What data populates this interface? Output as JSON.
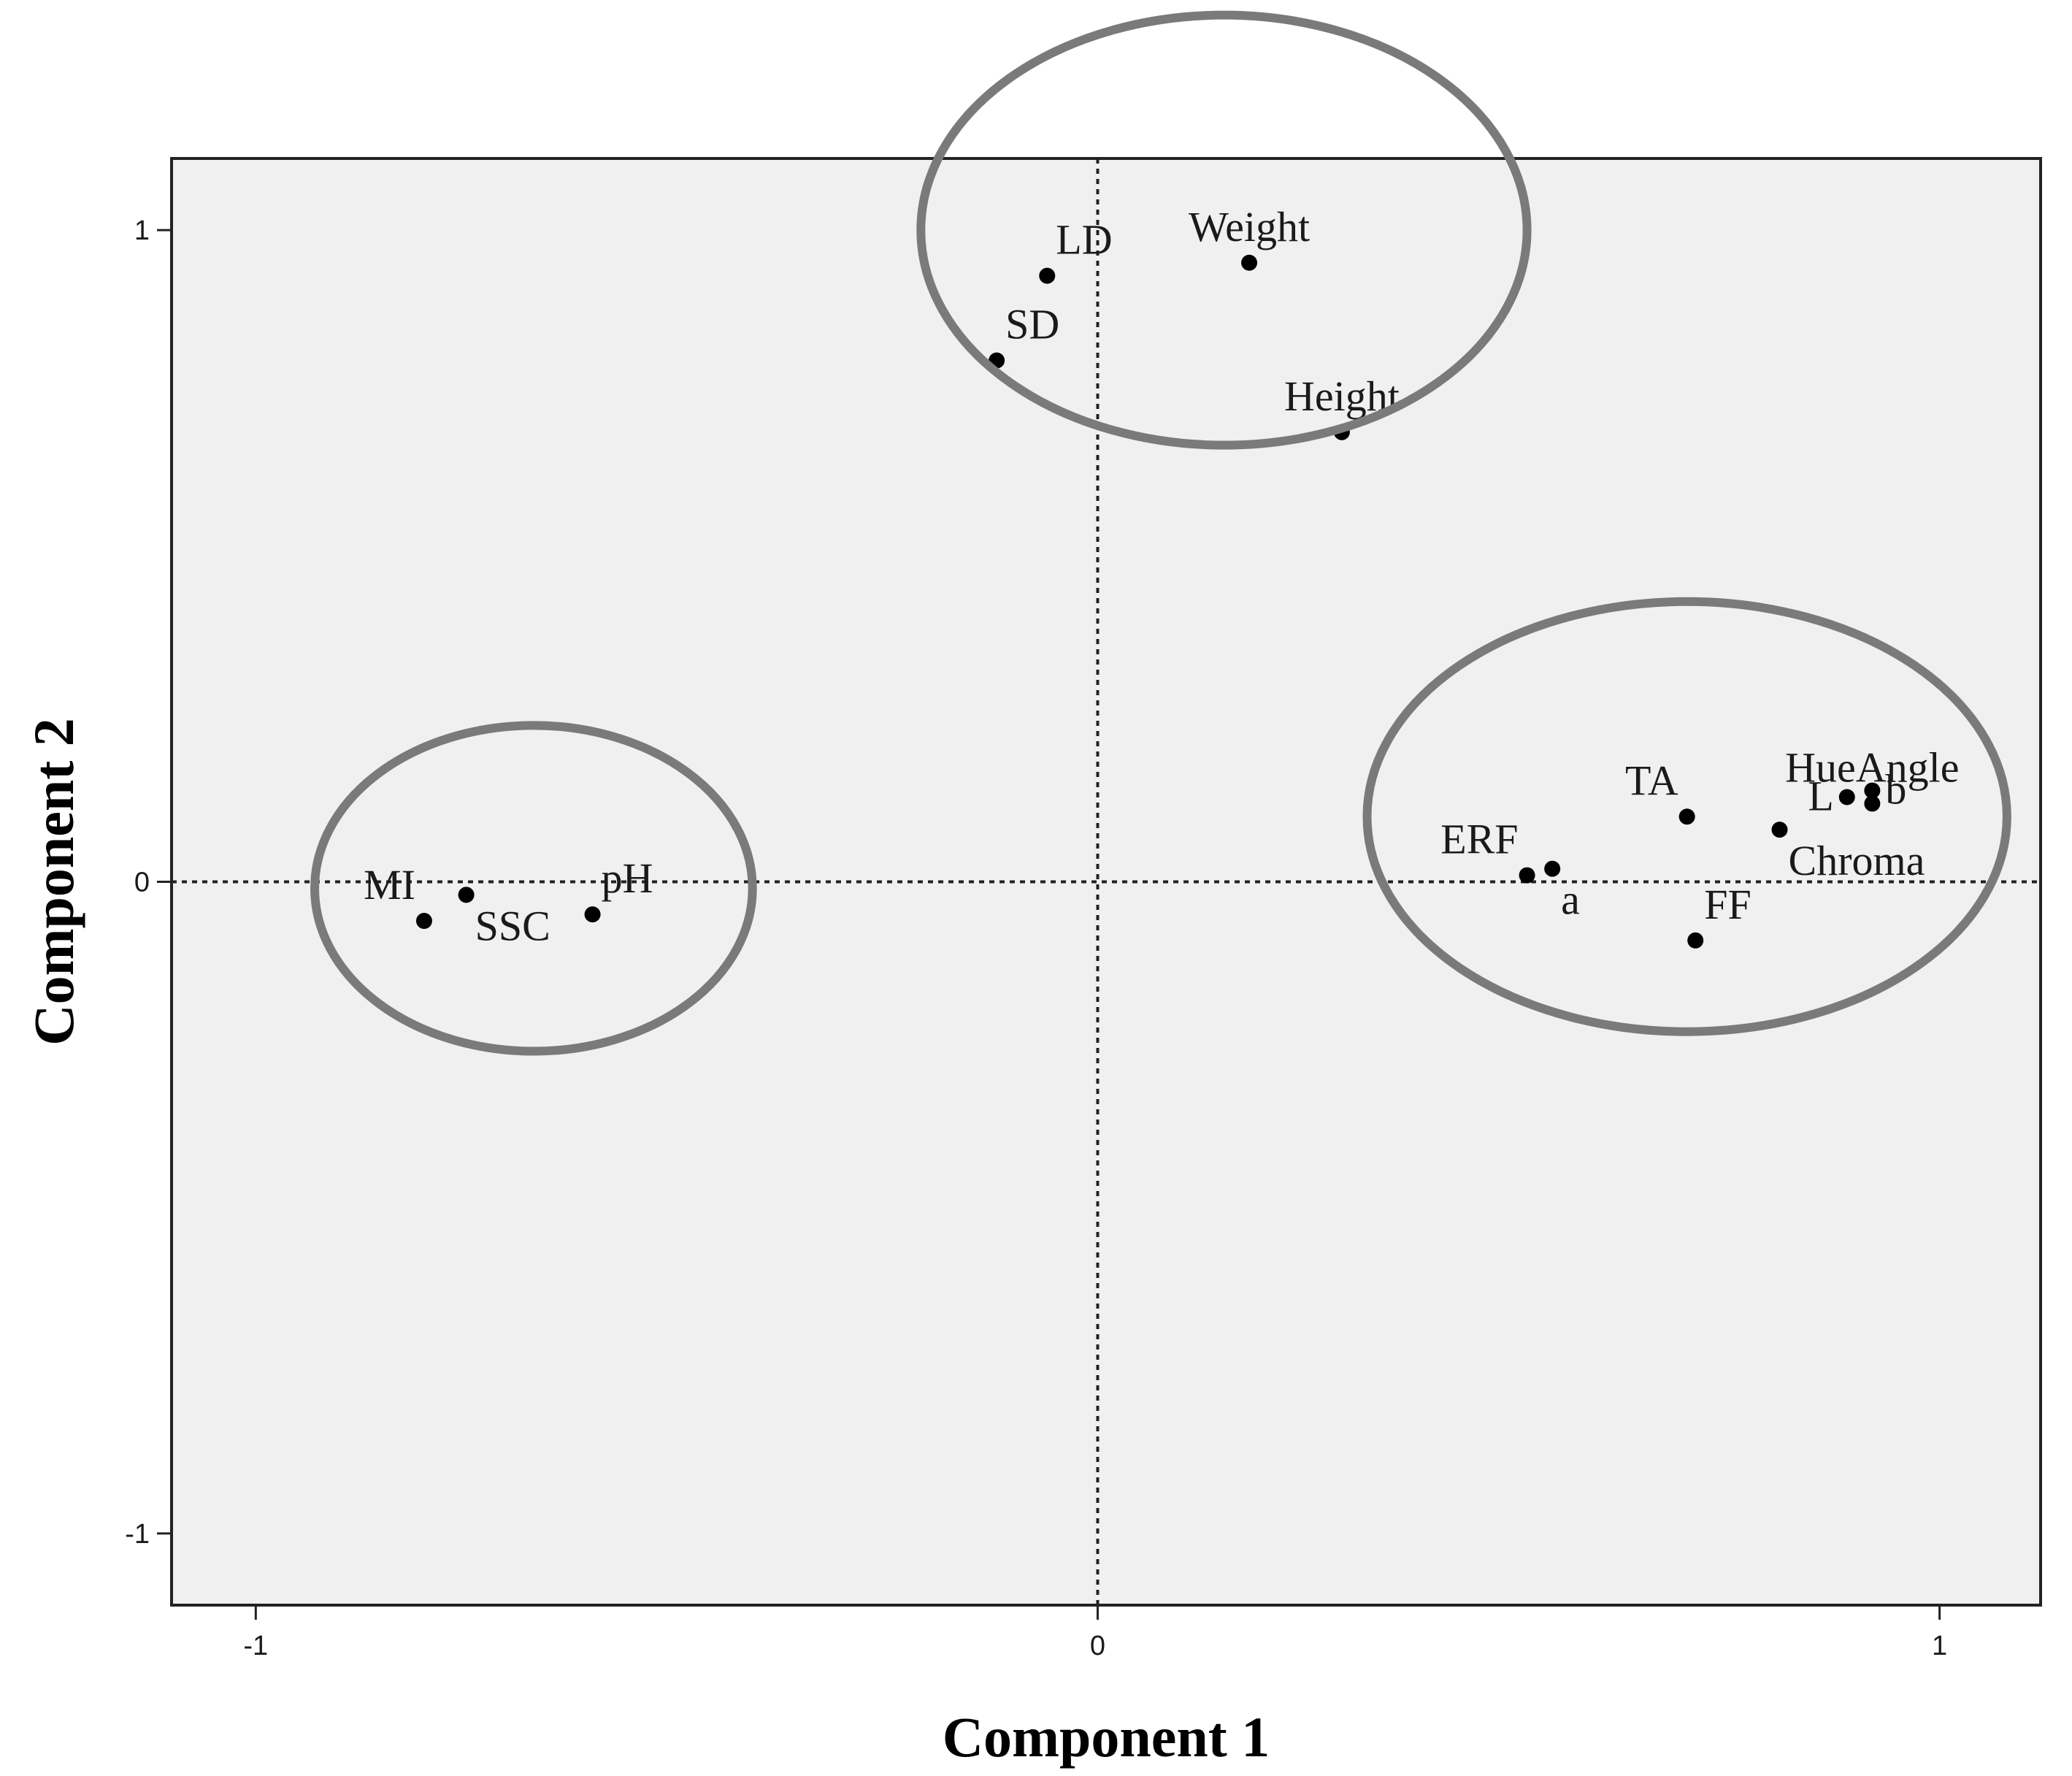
{
  "chart_data": {
    "type": "scatter",
    "title": "",
    "xlabel": "Component 1",
    "ylabel": "Component 2",
    "xlim": [
      -1.1,
      1.12
    ],
    "ylim": [
      -1.11,
      1.11
    ],
    "xticks": [
      {
        "value": -1,
        "label": "-1"
      },
      {
        "value": 0,
        "label": "0"
      },
      {
        "value": 1,
        "label": "1"
      }
    ],
    "yticks": [
      {
        "value": -1,
        "label": "-1"
      },
      {
        "value": 0,
        "label": "0"
      },
      {
        "value": 1,
        "label": "1"
      }
    ],
    "grid": false,
    "reference_lines": {
      "x": 0,
      "y": 0,
      "style": "dotted"
    },
    "points": [
      {
        "label": "LD",
        "x": -0.06,
        "y": 0.93,
        "label_pos": "ne"
      },
      {
        "label": "Weight",
        "x": 0.18,
        "y": 0.95,
        "label_pos": "n"
      },
      {
        "label": "SD",
        "x": -0.12,
        "y": 0.8,
        "label_pos": "ne"
      },
      {
        "label": "Height",
        "x": 0.29,
        "y": 0.69,
        "label_pos": "n"
      },
      {
        "label": "MI",
        "x": -0.8,
        "y": -0.06,
        "label_pos": "nw"
      },
      {
        "label": "SSC",
        "x": -0.75,
        "y": -0.02,
        "label_pos": "se"
      },
      {
        "label": "pH",
        "x": -0.6,
        "y": -0.05,
        "label_pos": "ne"
      },
      {
        "label": "ERF",
        "x": 0.51,
        "y": 0.01,
        "label_pos": "nw"
      },
      {
        "label": "a",
        "x": 0.54,
        "y": 0.02,
        "label_pos": "se"
      },
      {
        "label": "TA",
        "x": 0.7,
        "y": 0.1,
        "label_pos": "nw"
      },
      {
        "label": "FF",
        "x": 0.71,
        "y": -0.09,
        "label_pos": "ne"
      },
      {
        "label": "Chroma",
        "x": 0.81,
        "y": 0.08,
        "label_pos": "se"
      },
      {
        "label": "L",
        "x": 0.89,
        "y": 0.13,
        "label_pos": "w"
      },
      {
        "label": "b",
        "x": 0.92,
        "y": 0.14,
        "label_pos": "e"
      },
      {
        "label": "HueAngle",
        "x": 0.92,
        "y": 0.12,
        "label_pos": "n"
      }
    ],
    "groups": [
      {
        "members": [
          "LD",
          "Weight",
          "SD",
          "Height"
        ],
        "center": [
          0.15,
          1.0
        ],
        "radius": [
          0.36,
          0.33
        ]
      },
      {
        "members": [
          "MI",
          "SSC",
          "pH"
        ],
        "center": [
          -0.67,
          -0.01
        ],
        "radius": [
          0.26,
          0.25
        ]
      },
      {
        "members": [
          "ERF",
          "a",
          "TA",
          "FF",
          "Chroma",
          "L",
          "b",
          "HueAngle"
        ],
        "center": [
          0.7,
          0.1
        ],
        "radius": [
          0.38,
          0.33
        ]
      }
    ],
    "colors": {
      "plot_background": "#f0f0f0",
      "points": "#000000",
      "group_outline": "#7a7a7a"
    }
  }
}
